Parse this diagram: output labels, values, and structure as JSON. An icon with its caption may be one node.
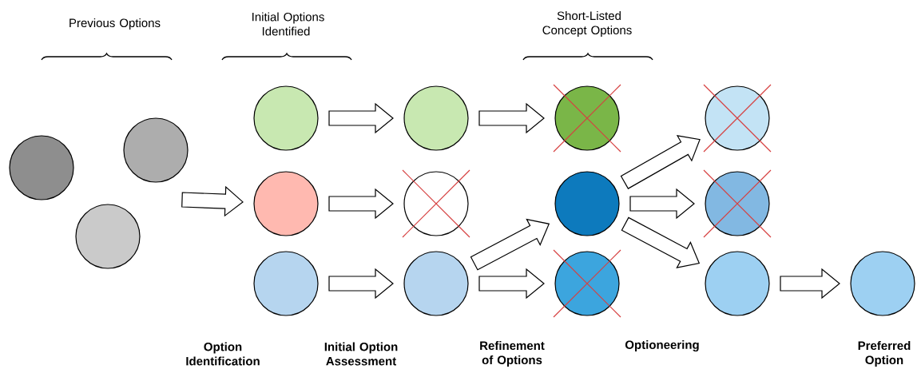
{
  "diagram": {
    "nodes": [
      {
        "text": [],
        "shape": "circle"
      },
      {
        "text": [],
        "shape": "circle"
      },
      {
        "text": [],
        "shape": "circle"
      },
      {
        "text": [],
        "shape": "circle"
      },
      {
        "text": [],
        "shape": "circle"
      },
      {
        "text": [],
        "shape": "circle"
      },
      {
        "text": [],
        "shape": "circle"
      },
      {
        "text": [],
        "shape": "circle"
      },
      {
        "text": [],
        "shape": "circle"
      },
      {
        "text": [],
        "shape": "circle"
      },
      {
        "text": [],
        "shape": "circle"
      },
      {
        "text": [],
        "shape": "circle"
      },
      {
        "text": [],
        "shape": "circle"
      },
      {
        "text": [],
        "shape": "circle"
      },
      {
        "text": [],
        "shape": "circle"
      },
      {
        "text": [],
        "shape": "circle"
      }
    ],
    "edges": [
      {
        "from": null,
        "to": 4,
        "arrow": "to"
      },
      {
        "from": 3,
        "to": 6,
        "arrow": "to"
      },
      {
        "from": 4,
        "to": 7,
        "arrow": "to"
      },
      {
        "from": 5,
        "to": 8,
        "arrow": "to"
      },
      {
        "from": 6,
        "to": 9,
        "arrow": "to"
      },
      {
        "from": 8,
        "to": 10,
        "arrow": "to"
      },
      {
        "from": 8,
        "to": 11,
        "arrow": "to"
      },
      {
        "from": 10,
        "to": 12,
        "arrow": "to"
      },
      {
        "from": 10,
        "to": 13,
        "arrow": "to"
      },
      {
        "from": 10,
        "to": 14,
        "arrow": "to"
      },
      {
        "from": 14,
        "to": 15,
        "arrow": "to"
      }
    ],
    "labels": [
      "Previous Options",
      "Initial Options Identified",
      "Short-Listed Concept Options",
      "Option Identification",
      "Initial Option Assessment",
      "Refinement of Options",
      "Optioneering",
      "Preferred Option"
    ]
  }
}
